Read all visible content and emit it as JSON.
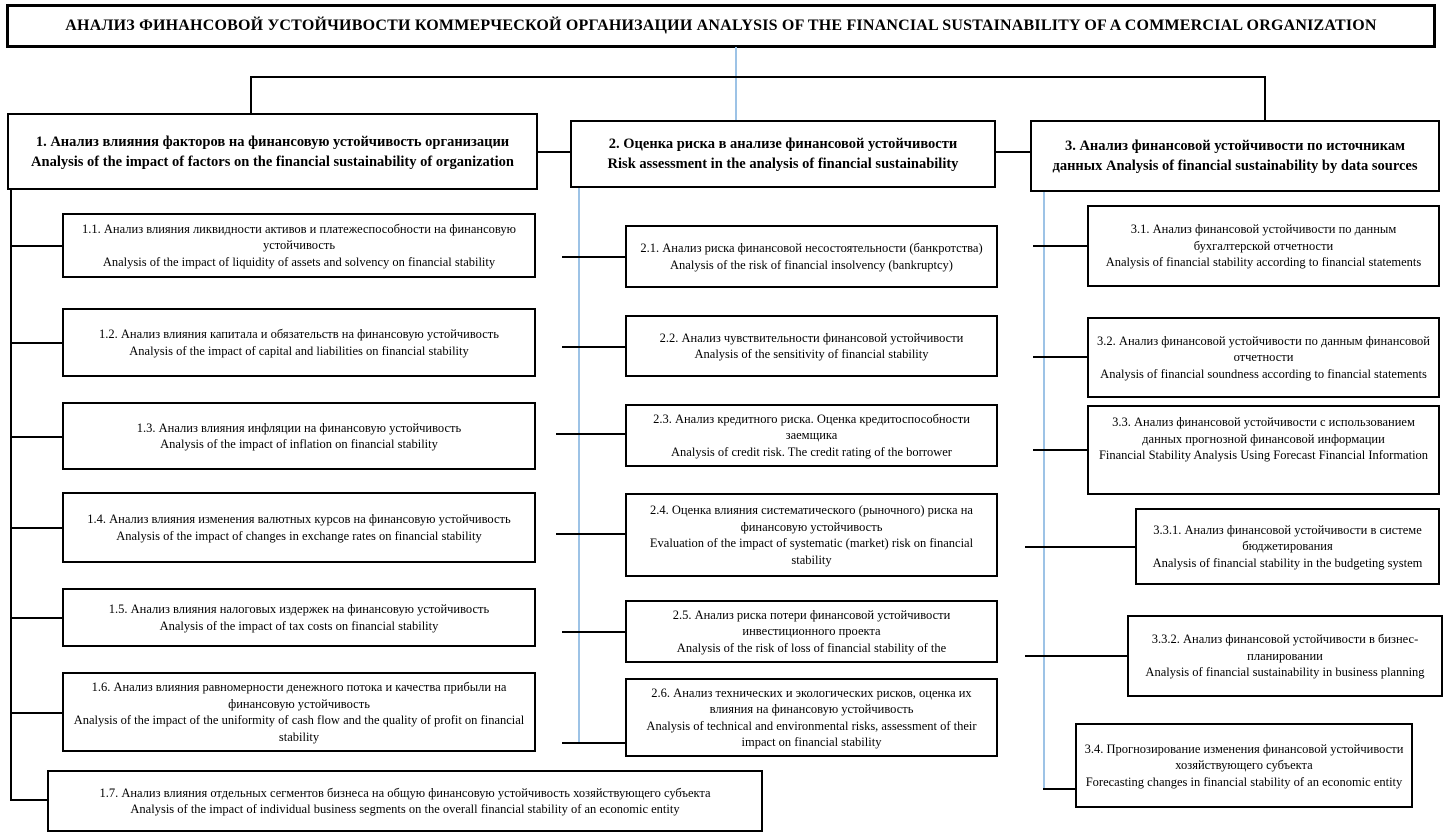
{
  "title": "АНАЛИЗ ФИНАНСОВОЙ УСТОЙЧИВОСТИ КОММЕРЧЕСКОЙ ОРГАНИЗАЦИИ ANALYSIS OF THE FINANCIAL SUSTAINABILITY OF A COMMERCIAL ORGANIZATION",
  "colors": {
    "connector_blue": "#9dc3e6",
    "line_black": "#000000",
    "box_background": "#ffffff"
  },
  "branches": [
    {
      "name": "1",
      "header": {
        "lines": [
          "1. Анализ влияния факторов на финансовую устойчивость организации",
          "Analysis of the impact of factors on the financial sustainability of organization"
        ]
      },
      "boxes": [
        {
          "id": "1.1",
          "lines": [
            "1.1. Анализ влияния ликвидности активов и платежеспособности на финансовую устойчивость",
            "Analysis of the impact of liquidity of assets and solvency on financial stability"
          ]
        },
        {
          "id": "1.2",
          "lines": [
            "1.2. Анализ влияния капитала и обязательств на финансовую устойчивость",
            "Analysis of the impact of capital and liabilities on financial stability"
          ]
        },
        {
          "id": "1.3",
          "lines": [
            "1.3. Анализ влияния инфляции на финансовую устойчивость",
            "Analysis of the impact of inflation on financial stability"
          ]
        },
        {
          "id": "1.4",
          "lines": [
            "1.4. Анализ влияния изменения валютных курсов на финансовую устойчивость",
            "Analysis of the impact of changes in exchange rates on financial stability"
          ]
        },
        {
          "id": "1.5",
          "lines": [
            "1.5. Анализ влияния налоговых издержек на финансовую устойчивость",
            "Analysis of the impact of tax costs on financial stability"
          ]
        },
        {
          "id": "1.6",
          "lines": [
            "1.6. Анализ влияния равномерности денежного потока и качества прибыли на финансовую устойчивость",
            "Analysis of the impact of the uniformity of cash flow and the quality of profit on financial stability"
          ]
        },
        {
          "id": "1.7",
          "lines": [
            "1.7. Анализ влияния отдельных сегментов бизнеса на общую финансовую устойчивость хозяйствующего субъекта",
            "Analysis of the impact of individual business segments on the overall financial stability of an economic entity"
          ]
        }
      ]
    },
    {
      "name": "2",
      "header": {
        "lines": [
          "2. Оценка риска в анализе финансовой устойчивости",
          "Risk assessment in the analysis of financial sustainability"
        ]
      },
      "boxes": [
        {
          "id": "2.1",
          "lines": [
            "2.1. Анализ риска финансовой несостоятельности (банкротства)",
            "Analysis of the risk of financial insolvency (bankruptcy)"
          ]
        },
        {
          "id": "2.2",
          "lines": [
            "2.2. Анализ чувствительности финансовой устойчивости",
            "Analysis of the sensitivity of financial stability"
          ]
        },
        {
          "id": "2.3",
          "lines": [
            "2.3. Анализ кредитного риска. Оценка кредитоспособности заемщика",
            "Analysis of credit risk. The credit rating of the borrower"
          ]
        },
        {
          "id": "2.4",
          "lines": [
            "2.4. Оценка влияния систематического (рыночного) риска на финансовую устойчивость",
            "Evaluation of the impact of systematic (market) risk on financial stability"
          ]
        },
        {
          "id": "2.5",
          "lines": [
            "2.5. Анализ риска потери финансовой устойчивости инвестиционного проекта",
            "Analysis of the risk of loss of financial stability of the"
          ]
        },
        {
          "id": "2.6",
          "lines": [
            "2.6. Анализ технических и экологических рисков, оценка их влияния на финансовую устойчивость",
            "Analysis of technical and environmental risks, assessment of their impact on financial stability"
          ]
        }
      ]
    },
    {
      "name": "3",
      "header": {
        "lines": [
          "3. Анализ финансовой устойчивости по источникам данных Analysis of financial sustainability by data sources"
        ]
      },
      "boxes": [
        {
          "id": "3.1",
          "lines": [
            "3.1. Анализ финансовой устойчивости по данным бухгалтерской отчетности",
            "Analysis of financial stability according to financial statements"
          ]
        },
        {
          "id": "3.2",
          "lines": [
            "3.2. Анализ финансовой устойчивости по данным финансовой отчетности",
            "Analysis of financial soundness according to financial statements"
          ]
        },
        {
          "id": "3.3",
          "lines": [
            "3.3. Анализ финансовой устойчивости с использованием данных прогнозной финансовой информации",
            "Financial Stability Analysis Using Forecast Financial Information"
          ]
        },
        {
          "id": "3.3.1",
          "lines": [
            "3.3.1. Анализ финансовой устойчивости в системе бюджетирования",
            "Analysis of financial stability in the budgeting system"
          ]
        },
        {
          "id": "3.3.2",
          "lines": [
            "3.3.2. Анализ финансовой устойчивости в бизнес-планировании",
            "Analysis of financial sustainability in business planning"
          ]
        },
        {
          "id": "3.4",
          "lines": [
            "3.4. Прогнозирование изменения финансовой устойчивости хозяйствующего субъекта",
            "Forecasting changes in financial stability of an economic entity"
          ]
        }
      ]
    }
  ]
}
